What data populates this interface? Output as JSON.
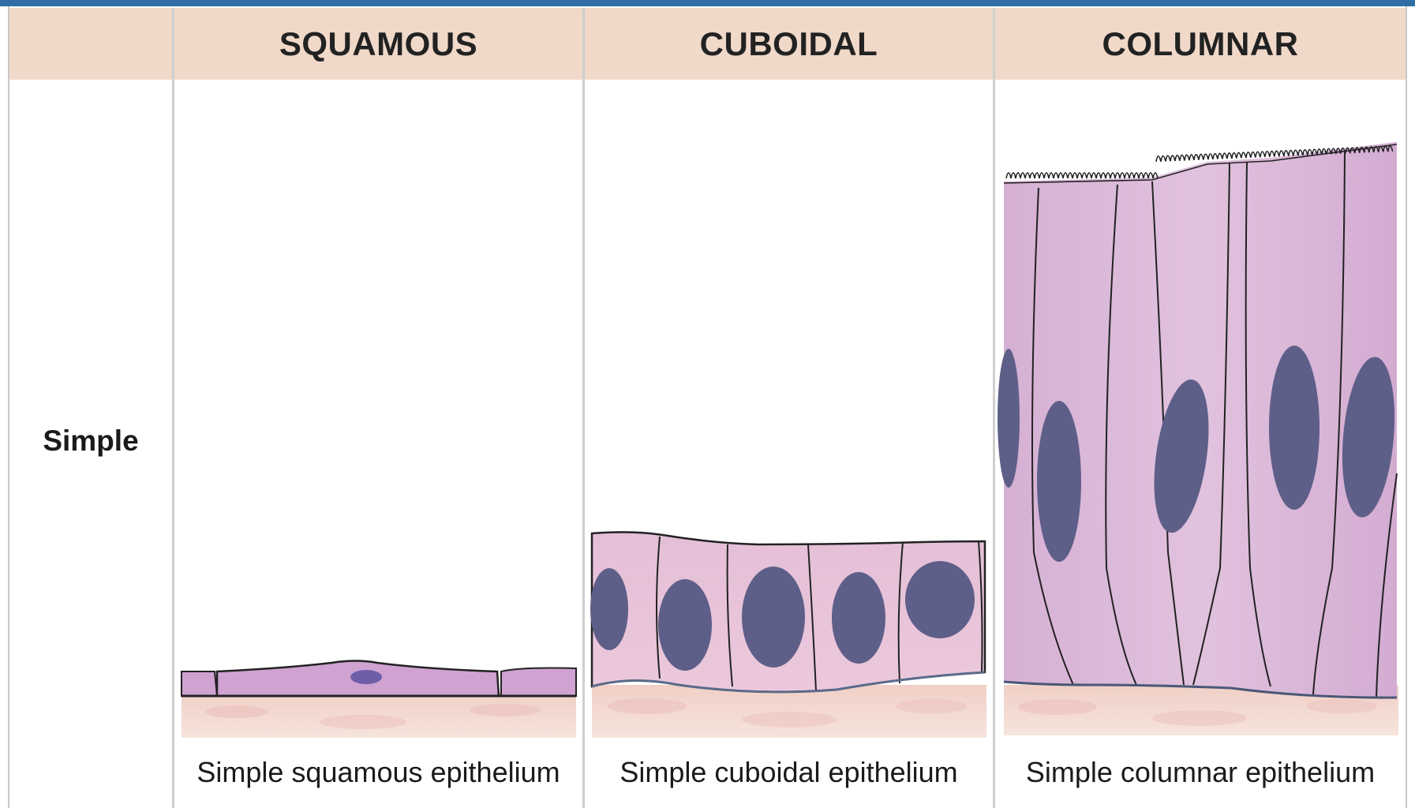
{
  "header": {
    "columns": [
      "SQUAMOUS",
      "CUBOIDAL",
      "COLUMNAR"
    ]
  },
  "rows": [
    {
      "label": "Simple",
      "captions": [
        "Simple squamous epithelium",
        "Simple cuboidal epithelium",
        "Simple columnar epithelium"
      ]
    }
  ],
  "colors": {
    "header_bg": "#f0d9c9",
    "top_bar": "#2f6fa3",
    "cell_fill": "#d9b3d6",
    "nucleus": "#5a5c86",
    "connective_tissue": "#f2d6cc"
  }
}
